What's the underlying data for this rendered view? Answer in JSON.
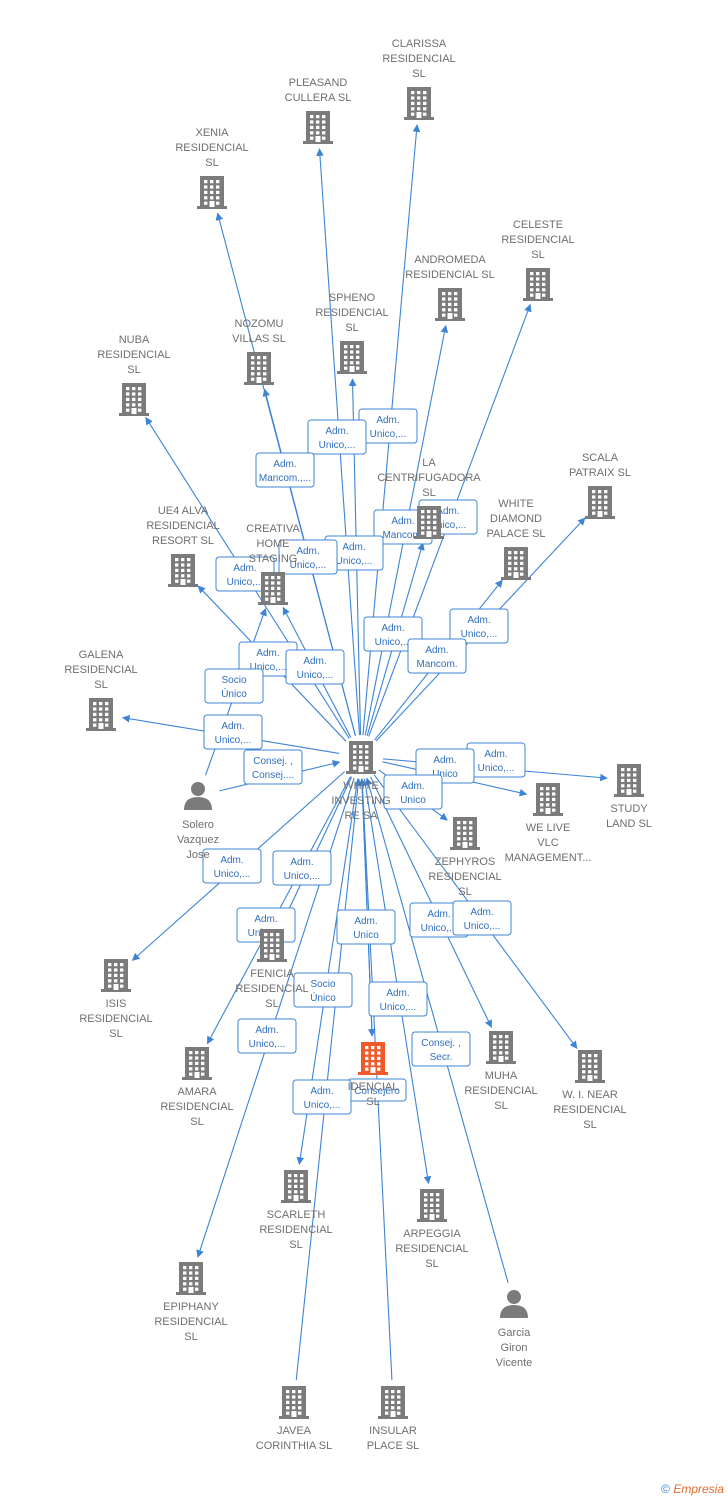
{
  "colors": {
    "edge": "#3d84d6",
    "company": "#7b7b7b",
    "focus": "#f05a2a",
    "label": "#6f6f6f"
  },
  "center": "WHITE INVESTING RE SA",
  "nodes": [
    {
      "id": "center",
      "type": "company",
      "icon": "building-icon",
      "label": [
        "WHITE",
        "INVESTING",
        "RE SA"
      ]
    },
    {
      "id": "clarissa",
      "type": "company",
      "icon": "building-icon",
      "label": [
        "CLARISSA",
        "RESIDENCIAL",
        "SL"
      ]
    },
    {
      "id": "pleasand",
      "type": "company",
      "icon": "building-icon",
      "label": [
        "PLEASAND",
        "CULLERA  SL"
      ]
    },
    {
      "id": "xenia",
      "type": "company",
      "icon": "building-icon",
      "label": [
        "XENIA",
        "RESIDENCIAL",
        "SL"
      ]
    },
    {
      "id": "celeste",
      "type": "company",
      "icon": "building-icon",
      "label": [
        "CELESTE",
        "RESIDENCIAL",
        "SL"
      ]
    },
    {
      "id": "andromeda",
      "type": "company",
      "icon": "building-icon",
      "label": [
        "ANDROMEDA",
        "RESIDENCIAL SL"
      ]
    },
    {
      "id": "spheno",
      "type": "company",
      "icon": "building-icon",
      "label": [
        "SPHENO",
        "RESIDENCIAL",
        "SL"
      ]
    },
    {
      "id": "nozomu",
      "type": "company",
      "icon": "building-icon",
      "label": [
        "NOZOMU",
        "VILLAS  SL"
      ]
    },
    {
      "id": "nuba",
      "type": "company",
      "icon": "building-icon",
      "label": [
        "NUBA",
        "RESIDENCIAL",
        "SL"
      ]
    },
    {
      "id": "centrifugadora",
      "type": "company",
      "icon": "building-icon",
      "label": [
        "LA",
        "CENTRIFUGADORA",
        "SL"
      ]
    },
    {
      "id": "scala",
      "type": "company",
      "icon": "building-icon",
      "label": [
        "SCALA",
        "PATRAIX  SL"
      ]
    },
    {
      "id": "whitediamond",
      "type": "company",
      "icon": "building-icon",
      "label": [
        "WHITE",
        "DIAMOND",
        "PALACE  SL"
      ]
    },
    {
      "id": "ue4",
      "type": "company",
      "icon": "building-icon",
      "label": [
        "UE4 ALVA",
        "RESIDENCIAL",
        "RESORT  SL"
      ]
    },
    {
      "id": "creativa",
      "type": "company",
      "icon": "building-icon",
      "label": [
        "CREATIVA",
        "HOME",
        "STAGING"
      ]
    },
    {
      "id": "galena",
      "type": "company",
      "icon": "building-icon",
      "label": [
        "GALENA",
        "RESIDENCIAL",
        "SL"
      ]
    },
    {
      "id": "solero",
      "type": "person",
      "icon": "person-icon",
      "label": [
        "Solero",
        "Vazquez",
        "Jose"
      ]
    },
    {
      "id": "study",
      "type": "company",
      "icon": "building-icon",
      "label": [
        "STUDY",
        "LAND  SL"
      ]
    },
    {
      "id": "welive",
      "type": "company",
      "icon": "building-icon",
      "label": [
        "WE LIVE",
        "VLC",
        "MANAGEMENT..."
      ]
    },
    {
      "id": "zephyros",
      "type": "company",
      "icon": "building-icon",
      "label": [
        "ZEPHYROS",
        "RESIDENCIAL",
        "SL"
      ]
    },
    {
      "id": "isis",
      "type": "company",
      "icon": "building-icon",
      "label": [
        "ISIS",
        "RESIDENCIAL",
        "SL"
      ]
    },
    {
      "id": "fenicia",
      "type": "company",
      "icon": "building-icon",
      "label": [
        "FENICIA",
        "RESIDENCIAL",
        "SL"
      ]
    },
    {
      "id": "amara",
      "type": "company",
      "icon": "building-icon",
      "label": [
        "AMARA",
        "RESIDENCIAL",
        "SL"
      ]
    },
    {
      "id": "focus",
      "type": "focus",
      "icon": "building-icon",
      "label": [
        "IDENCIAL",
        "SL"
      ]
    },
    {
      "id": "muha",
      "type": "company",
      "icon": "building-icon",
      "label": [
        "MUHA",
        "RESIDENCIAL",
        "SL"
      ]
    },
    {
      "id": "winear",
      "type": "company",
      "icon": "building-icon",
      "label": [
        "W.  I. NEAR",
        "RESIDENCIAL",
        "SL"
      ]
    },
    {
      "id": "scarleth",
      "type": "company",
      "icon": "building-icon",
      "label": [
        "SCARLETH",
        "RESIDENCIAL",
        "SL"
      ]
    },
    {
      "id": "arpeggia",
      "type": "company",
      "icon": "building-icon",
      "label": [
        "ARPEGGIA",
        "RESIDENCIAL",
        "SL"
      ]
    },
    {
      "id": "epiphany",
      "type": "company",
      "icon": "building-icon",
      "label": [
        "EPIPHANY",
        "RESIDENCIAL",
        "SL"
      ]
    },
    {
      "id": "garcia",
      "type": "person",
      "icon": "person-icon",
      "label": [
        "Garcia",
        "Giron",
        "Vicente"
      ]
    },
    {
      "id": "javea",
      "type": "company",
      "icon": "building-icon",
      "label": [
        "JAVEA",
        "CORINTHIA  SL"
      ]
    },
    {
      "id": "insular",
      "type": "company",
      "icon": "building-icon",
      "label": [
        "INSULAR",
        "PLACE  SL"
      ]
    }
  ],
  "edges": [
    {
      "from": "center",
      "to": "clarissa",
      "label": [
        "Adm.",
        "Unico,..."
      ]
    },
    {
      "from": "center",
      "to": "pleasand",
      "label": [
        "Adm.",
        "Unico,..."
      ]
    },
    {
      "from": "center",
      "to": "xenia",
      "label": [
        "Adm.",
        "Mancom.,..."
      ]
    },
    {
      "from": "center",
      "to": "celeste",
      "label": [
        "Adm.",
        "Unico,..."
      ]
    },
    {
      "from": "center",
      "to": "andromeda",
      "label": [
        "Adm.",
        "Mancom."
      ]
    },
    {
      "from": "center",
      "to": "spheno",
      "label": [
        "Adm.",
        "Unico,..."
      ]
    },
    {
      "from": "center",
      "to": "nozomu",
      "label": [
        "Adm.",
        "Unico,..."
      ]
    },
    {
      "from": "center",
      "to": "nuba",
      "label": [
        "Adm.",
        "Unico,..."
      ]
    },
    {
      "from": "center",
      "to": "centrifugadora",
      "label": [
        "Adm.",
        "Unico,..."
      ]
    },
    {
      "from": "center",
      "to": "scala",
      "label": [
        "Adm.",
        "Unico,..."
      ]
    },
    {
      "from": "center",
      "to": "whitediamond",
      "label": [
        "Adm.",
        "Mancom."
      ]
    },
    {
      "from": "center",
      "to": "ue4",
      "label": [
        "Adm.",
        "Unico,..."
      ]
    },
    {
      "from": "center",
      "to": "creativa",
      "label": [
        "Adm.",
        "Unico,..."
      ]
    },
    {
      "from": "center",
      "to": "galena",
      "label": [
        "Adm.",
        "Unico,..."
      ]
    },
    {
      "from": "solero",
      "to": "creativa",
      "label": [
        "Socio",
        "Único"
      ]
    },
    {
      "from": "solero",
      "to": "center",
      "label": [
        "Consej. ,",
        "Consej...."
      ]
    },
    {
      "from": "center",
      "to": "study",
      "label": [
        "Adm.",
        "Unico,..."
      ]
    },
    {
      "from": "center",
      "to": "welive",
      "label": [
        "Adm.",
        "Unico"
      ]
    },
    {
      "from": "center",
      "to": "zephyros",
      "label": [
        "Adm.",
        "Unico"
      ]
    },
    {
      "from": "center",
      "to": "isis",
      "label": [
        "Adm.",
        "Unico,..."
      ]
    },
    {
      "from": "center",
      "to": "fenicia",
      "label": [
        "Adm.",
        "Unico,..."
      ]
    },
    {
      "from": "center",
      "to": "amara",
      "label": [
        "Adm.",
        "Unico,..."
      ]
    },
    {
      "from": "center",
      "to": "focus",
      "label": [
        "Consejero"
      ]
    },
    {
      "from": "center",
      "to": "muha",
      "label": [
        "Adm.",
        "Unico,..."
      ]
    },
    {
      "from": "center",
      "to": "winear",
      "label": [
        "Adm.",
        "Unico,..."
      ]
    },
    {
      "from": "center",
      "to": "scarleth",
      "label": [
        "Adm.",
        "Unico,..."
      ]
    },
    {
      "from": "center",
      "to": "arpeggia",
      "label": [
        "Adm.",
        "Unico,..."
      ]
    },
    {
      "from": "center",
      "to": "epiphany",
      "label": [
        "Adm.",
        "Unico,..."
      ]
    },
    {
      "from": "garcia",
      "to": "center",
      "label": [
        "Consej. ,",
        "Secr."
      ]
    },
    {
      "from": "focus",
      "to": "center",
      "label": [
        "Adm.",
        "Unico"
      ]
    },
    {
      "from": "javea",
      "to": "center",
      "label": [
        "Socio",
        "Único"
      ]
    },
    {
      "from": "insular",
      "to": "center",
      "label": []
    }
  ],
  "footer": {
    "symbol": "©",
    "brand": "Empresia"
  }
}
